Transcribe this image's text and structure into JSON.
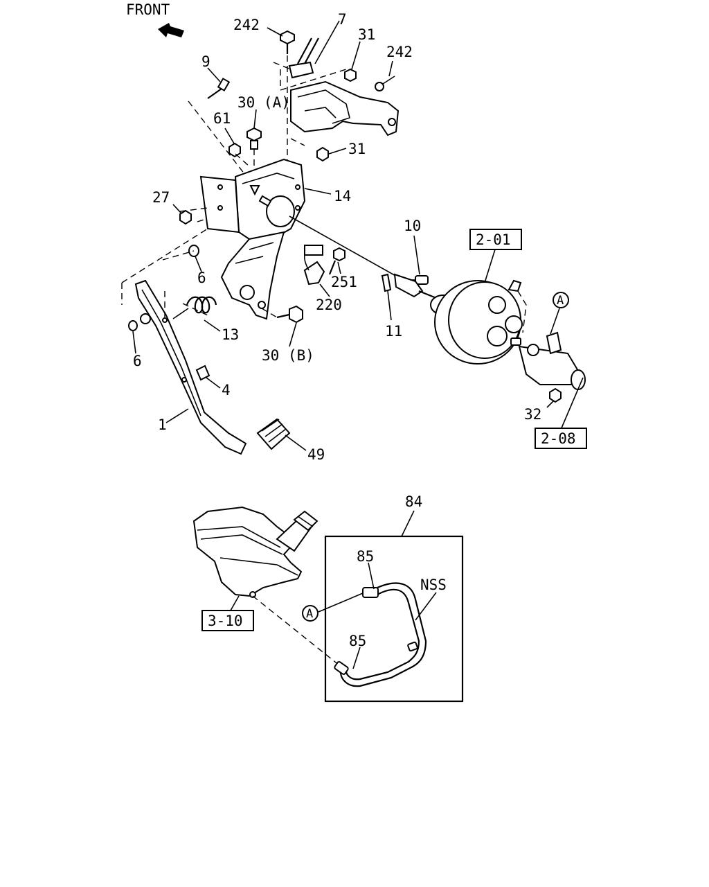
{
  "header": {
    "front_label": "FRONT"
  },
  "callouts": {
    "c242a": "242",
    "c7": "7",
    "c31a": "31",
    "c242b": "242",
    "c9": "9",
    "c30a": "30 (A)",
    "c61": "61",
    "c31b": "31",
    "c14": "14",
    "c27": "27",
    "c10": "10",
    "c6a": "6",
    "c251": "251",
    "c220": "220",
    "c11": "11",
    "c13": "13",
    "c30b": "30 (B)",
    "c6b": "6",
    "c4": "4",
    "c1": "1",
    "c49": "49",
    "c32": "32",
    "c84": "84",
    "c85a": "85",
    "c85b": "85",
    "nss": "NSS"
  },
  "refs": {
    "r201": "2-01",
    "r208": "2-08",
    "r310": "3-10"
  },
  "markers": {
    "a1": "A",
    "a2": "A"
  }
}
